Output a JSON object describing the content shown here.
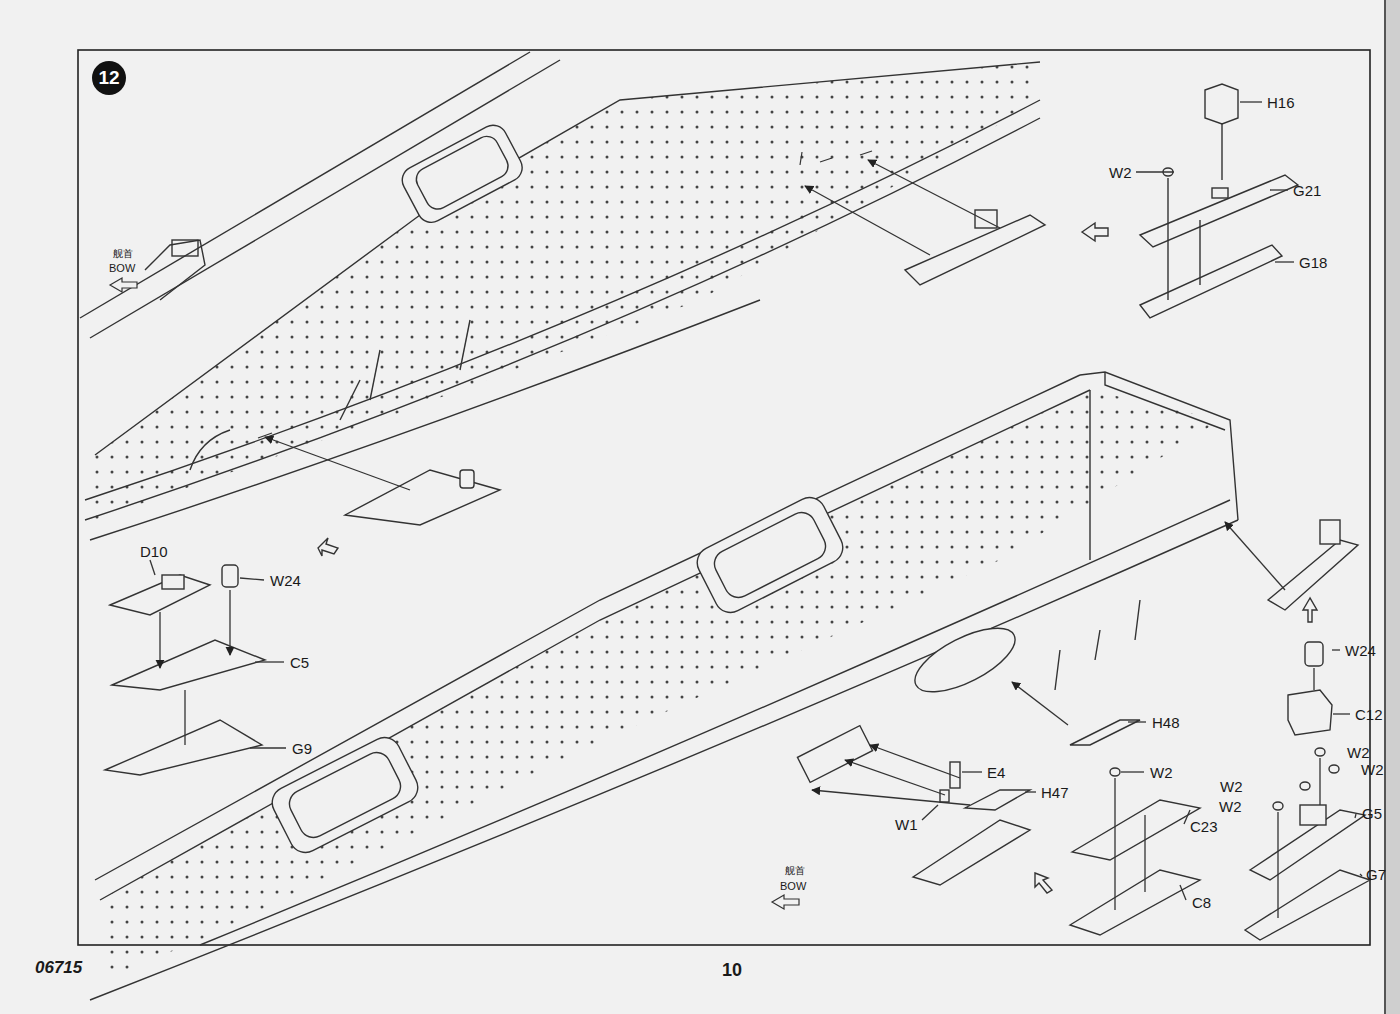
{
  "diagram": {
    "nodes": [
      {
        "text": [
          "12"
        ]
      }
    ],
    "labels": [
      "舰首",
      "BOW",
      "H16",
      "W2",
      "G21",
      "G18",
      "D10",
      "W24",
      "C5",
      "G9",
      "W24",
      "C12",
      "W2",
      "W2",
      "W2",
      "W2",
      "G5",
      "G7",
      "H48",
      "W2",
      "E4",
      "H47",
      "W1",
      "C23",
      "C8",
      "舰首",
      "BOW",
      "06715",
      "10"
    ]
  }
}
